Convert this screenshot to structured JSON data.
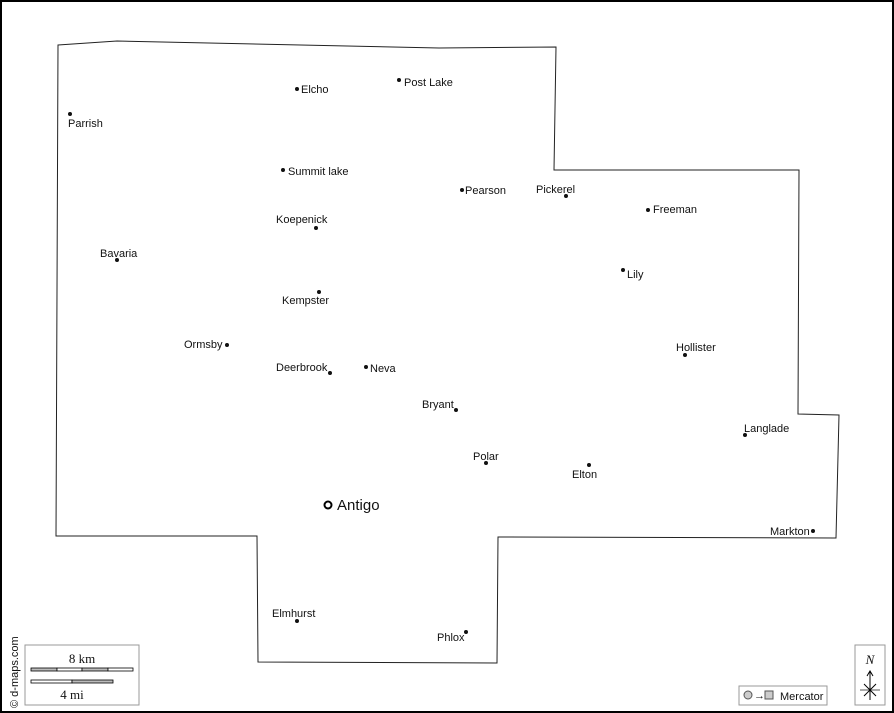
{
  "map": {
    "projection_label": "Mercator",
    "credit": "© d-maps.com",
    "north_label": "N",
    "scale": {
      "km_label": "8 km",
      "mi_label": "4 mi"
    },
    "capital": "Antigo",
    "towns": [
      "Elcho",
      "Post Lake",
      "Parrish",
      "Summit lake",
      "Pearson",
      "Pickerel",
      "Freeman",
      "Koepenick",
      "Bavaria",
      "Lily",
      "Kempster",
      "Ormsby",
      "Hollister",
      "Deerbrook",
      "Neva",
      "Bryant",
      "Langlade",
      "Polar",
      "Elton",
      "Markton",
      "Elmhurst",
      "Phlox"
    ]
  }
}
